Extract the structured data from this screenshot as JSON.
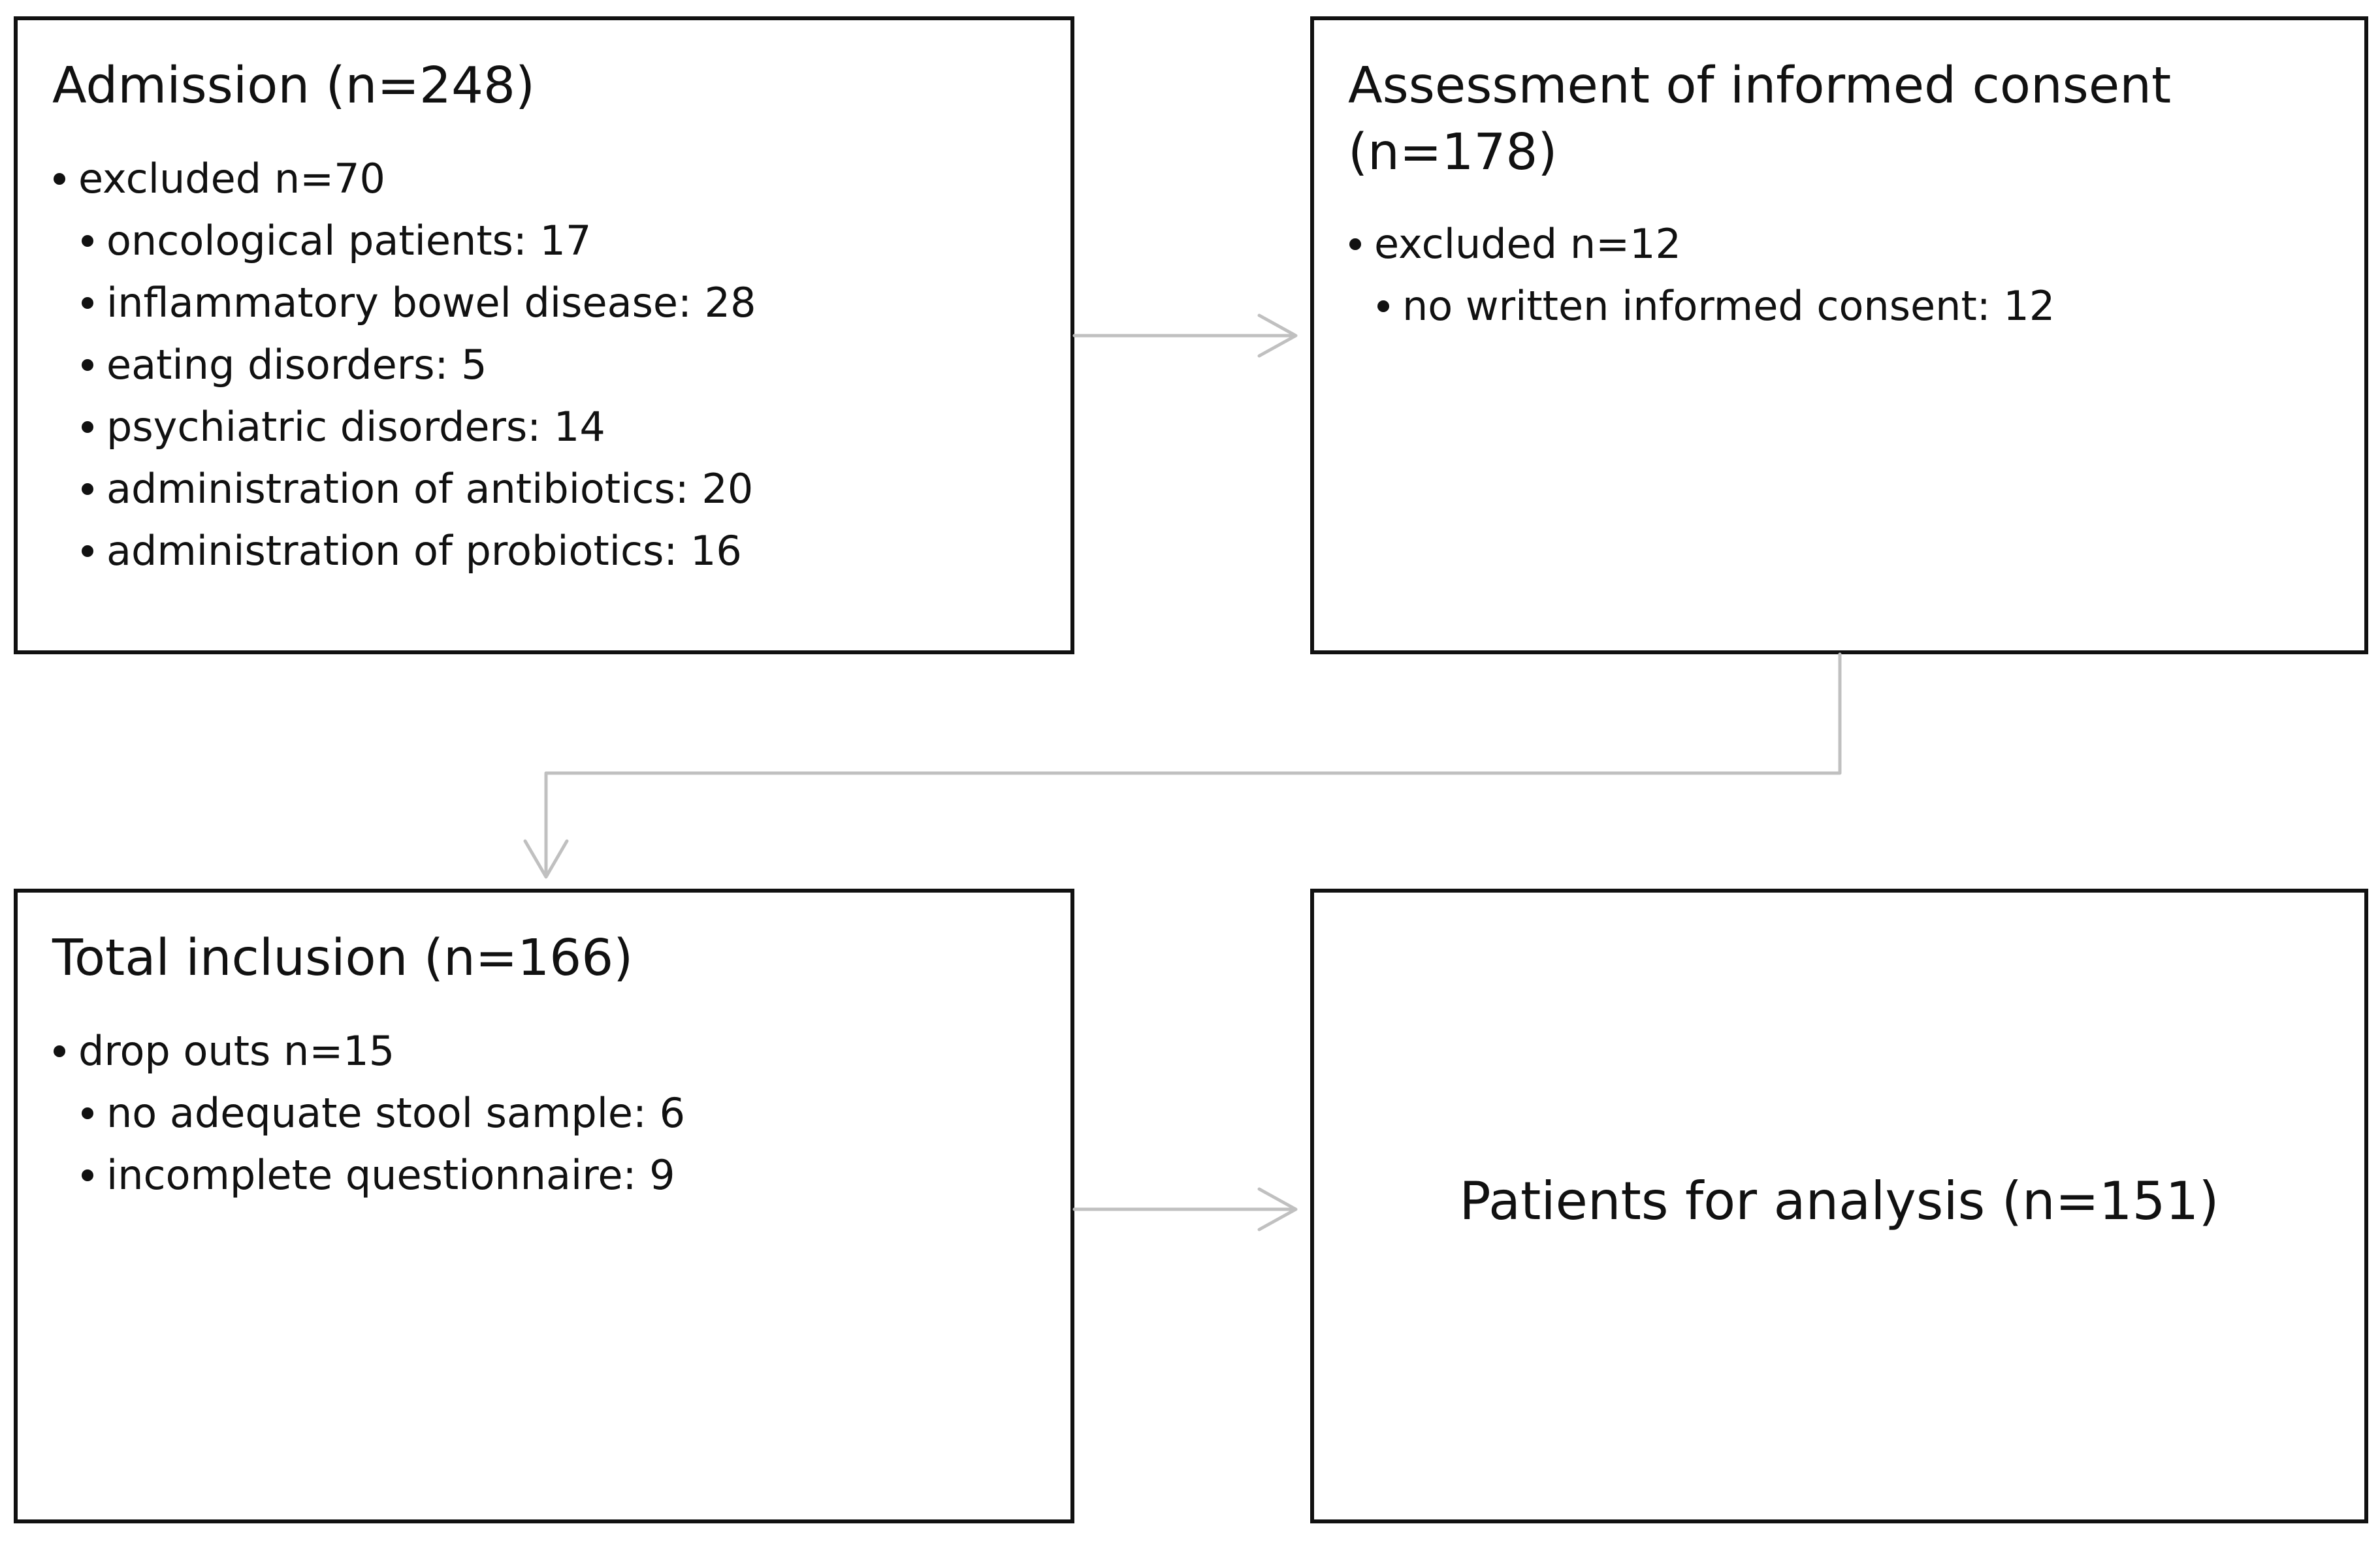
{
  "colors": {
    "border": "#111111",
    "connector": "#c0c0c0",
    "background": "#ffffff"
  },
  "admission": {
    "title": "Admission  (n=248)",
    "items": [
      {
        "text": "excluded n=70",
        "level": 1
      },
      {
        "text": "oncological patients: 17",
        "level": 2
      },
      {
        "text": "inflammatory bowel disease: 28",
        "level": 2
      },
      {
        "text": "eating disorders: 5",
        "level": 2
      },
      {
        "text": "psychiatric disorders: 14",
        "level": 2
      },
      {
        "text": "administration of antibiotics: 20",
        "level": 2
      },
      {
        "text": "administration of probiotics: 16",
        "level": 2
      }
    ]
  },
  "consent": {
    "title": "Assessment of informed consent (n=178)",
    "items": [
      {
        "text": "excluded n=12",
        "level": 1
      },
      {
        "text": "no written informed consent: 12",
        "level": 2
      }
    ]
  },
  "inclusion": {
    "title": "Total inclusion (n=166)",
    "items": [
      {
        "text": "drop outs n=15",
        "level": 1
      },
      {
        "text": "no adequate stool sample: 6",
        "level": 2
      },
      {
        "text": "incomplete questionnaire: 9",
        "level": 2
      }
    ]
  },
  "analysis": {
    "title": "Patients for analysis (n=151)"
  },
  "connectors": [
    {
      "from": "admission",
      "to": "consent"
    },
    {
      "from": "consent",
      "to": "inclusion"
    },
    {
      "from": "inclusion",
      "to": "analysis"
    }
  ]
}
